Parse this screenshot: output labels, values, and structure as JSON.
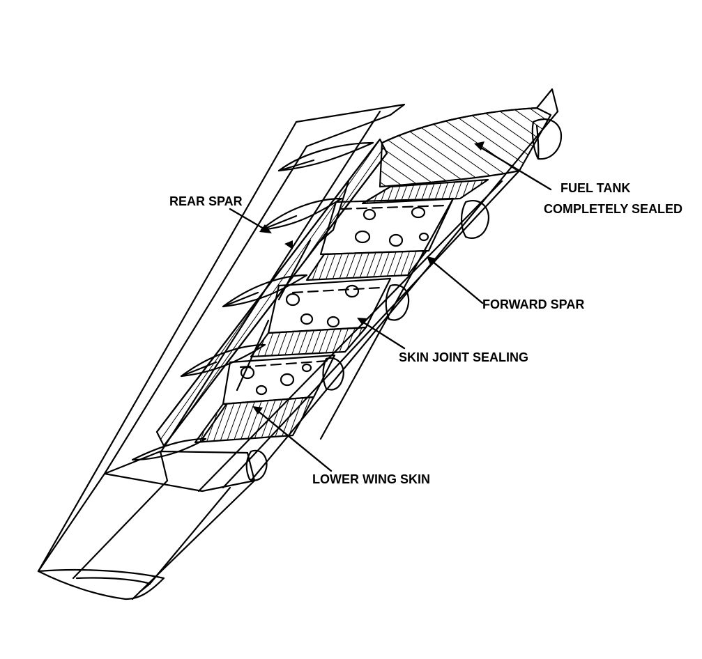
{
  "figure": {
    "subject": "wing-cutaway-icon",
    "line_color": "#000000",
    "background": "#ffffff"
  },
  "callouts": {
    "rear_spar": "REAR SPAR",
    "fuel_tank_line1": "FUEL TANK",
    "fuel_tank_line2": "COMPLETELY SEALED",
    "forward_spar": "FORWARD SPAR",
    "skin_joint_sealing": "SKIN JOINT SEALING",
    "lower_wing_skin": "LOWER WING SKIN"
  }
}
